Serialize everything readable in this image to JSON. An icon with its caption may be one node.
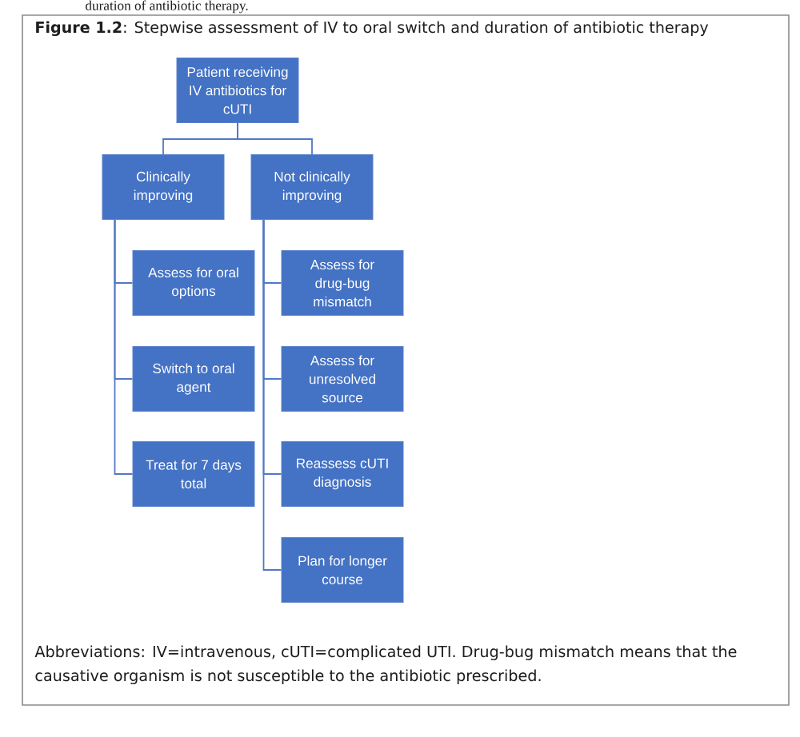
{
  "diagram": {
    "title": "**Figure 1.2**: Stepwise assessment of IV to oral switch and duration of antibiotic therapy",
    "nodes": [
      {
        "text": [
          "Patient receiving IV antibiotics for cUTI"
        ]
      },
      {
        "text": [
          "Clinically improving"
        ]
      },
      {
        "text": [
          "Not clinically improving"
        ]
      },
      {
        "text": [
          "Assess for oral options"
        ]
      },
      {
        "text": [
          "Switch to oral agent"
        ]
      },
      {
        "text": [
          "Treat for 7 days total"
        ]
      },
      {
        "text": [
          "Assess for drug-bug mismatch"
        ]
      },
      {
        "text": [
          "Assess for unresolved source"
        ]
      },
      {
        "text": [
          "Reassess cUTI diagnosis"
        ]
      },
      {
        "text": [
          "Plan for longer course"
        ]
      }
    ],
    "edges": [
      {
        "from": 0,
        "to": 1,
        "arrow": "none"
      },
      {
        "from": 0,
        "to": 2,
        "arrow": "none"
      },
      {
        "from": 1,
        "to": 3,
        "arrow": "none"
      },
      {
        "from": 1,
        "to": 4,
        "arrow": "none"
      },
      {
        "from": 1,
        "to": 5,
        "arrow": "none"
      },
      {
        "from": 2,
        "to": 6,
        "arrow": "none"
      },
      {
        "from": 2,
        "to": 7,
        "arrow": "none"
      },
      {
        "from": 2,
        "to": 8,
        "arrow": "none"
      },
      {
        "from": 2,
        "to": 9,
        "arrow": "none"
      }
    ],
    "labels": [
      "duration of antibiotic therapy.",
      "Abbreviations: IV=intravenous, cUTI=complicated UTI. Drug-bug mismatch means that the causative organism is not susceptible to the antibiotic prescribed."
    ]
  }
}
